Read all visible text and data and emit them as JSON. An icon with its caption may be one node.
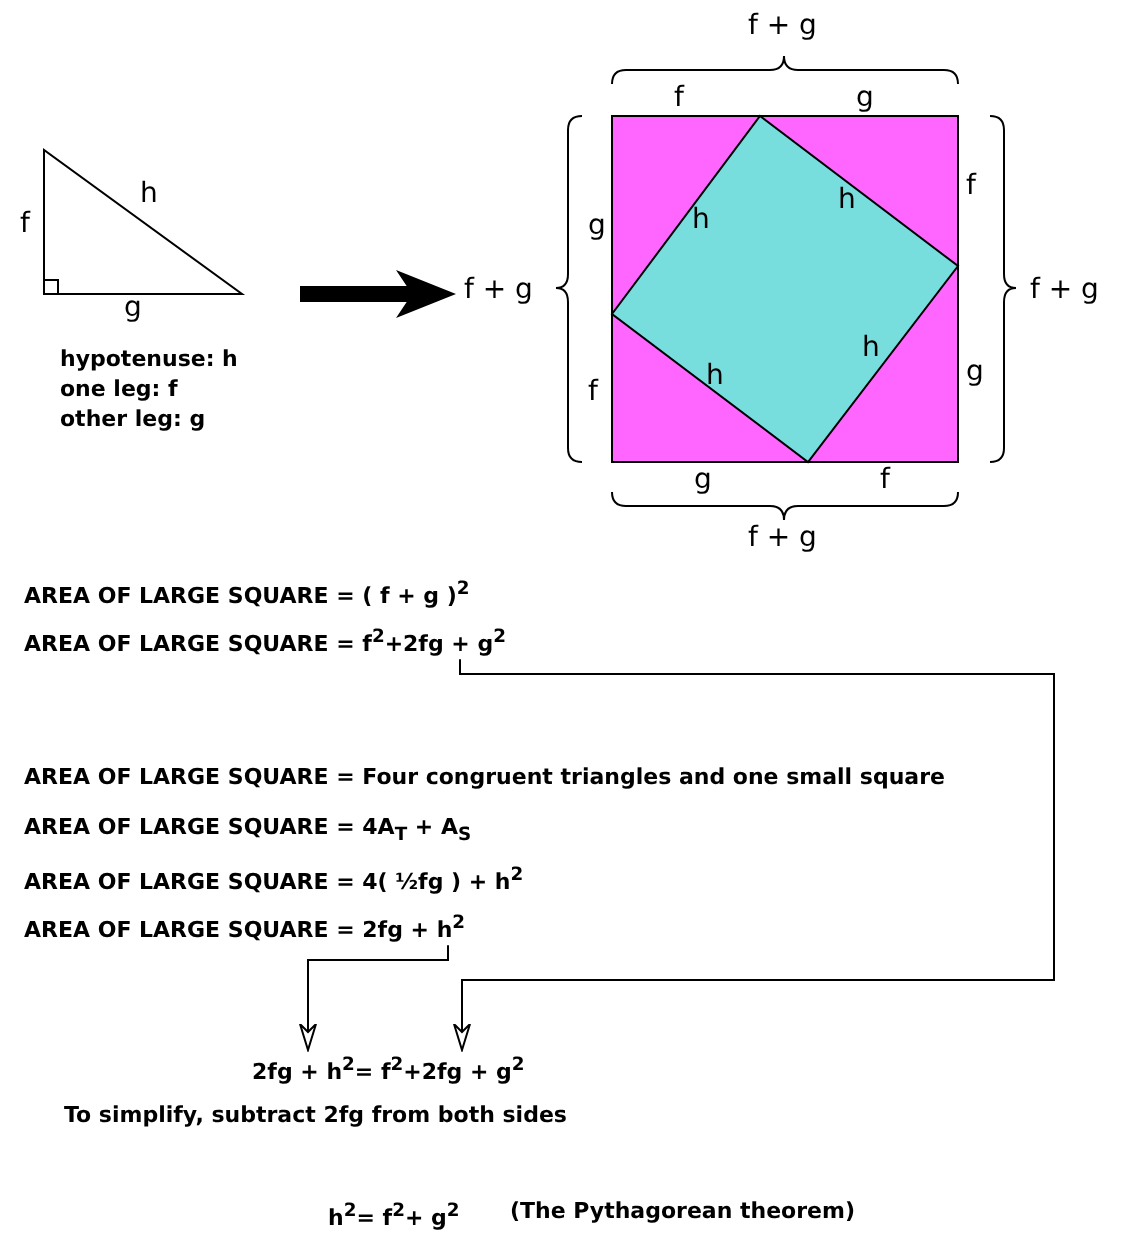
{
  "diagram": {
    "nodes": [
      {
        "text": [],
        "shape": "triangle",
        "beside": [
          "f",
          "h",
          "g"
        ]
      },
      {
        "text": [
          "h",
          "h",
          "h",
          "h"
        ],
        "beside": [
          "f",
          "g",
          "g",
          "f",
          "g",
          "f",
          "g",
          "f"
        ]
      },
      {
        "text": [
          "AREA OF LARGE SQUARE = f$^{2}$+2fg + g$^{2}$"
        ]
      },
      {
        "text": [
          "AREA OF LARGE SQUARE = 2fg + h$^{2}$"
        ]
      },
      {
        "text": [
          "2fg + h$^{2}$= f$^{2}$+2fg + g$^{2}$"
        ]
      }
    ],
    "edges": [
      {
        "from": 0,
        "to": 1,
        "arrow": "to",
        "style": "thick"
      },
      {
        "from": 2,
        "to": 4,
        "arrow": "to"
      },
      {
        "from": 3,
        "to": 4,
        "arrow": "to"
      }
    ],
    "labels": [
      "hypotenuse: h",
      "one leg: f",
      "other leg: g",
      "f + g",
      "f + g",
      "f + g",
      "f + g",
      "AREA OF LARGE SQUARE = ( f + g )$^{2}$",
      "AREA OF LARGE SQUARE = Four congruent triangles and one small square",
      "AREA OF LARGE SQUARE = 4A$_{T}$ + A$_{S}$",
      "AREA OF LARGE SQUARE = 4( ½fg ) + h$^{2}$",
      "To simplify, subtract 2fg from both sides",
      "h$^{2}$= f$^{2}$+ g$^{2}$",
      "(The Pythagorean theorem)"
    ]
  }
}
